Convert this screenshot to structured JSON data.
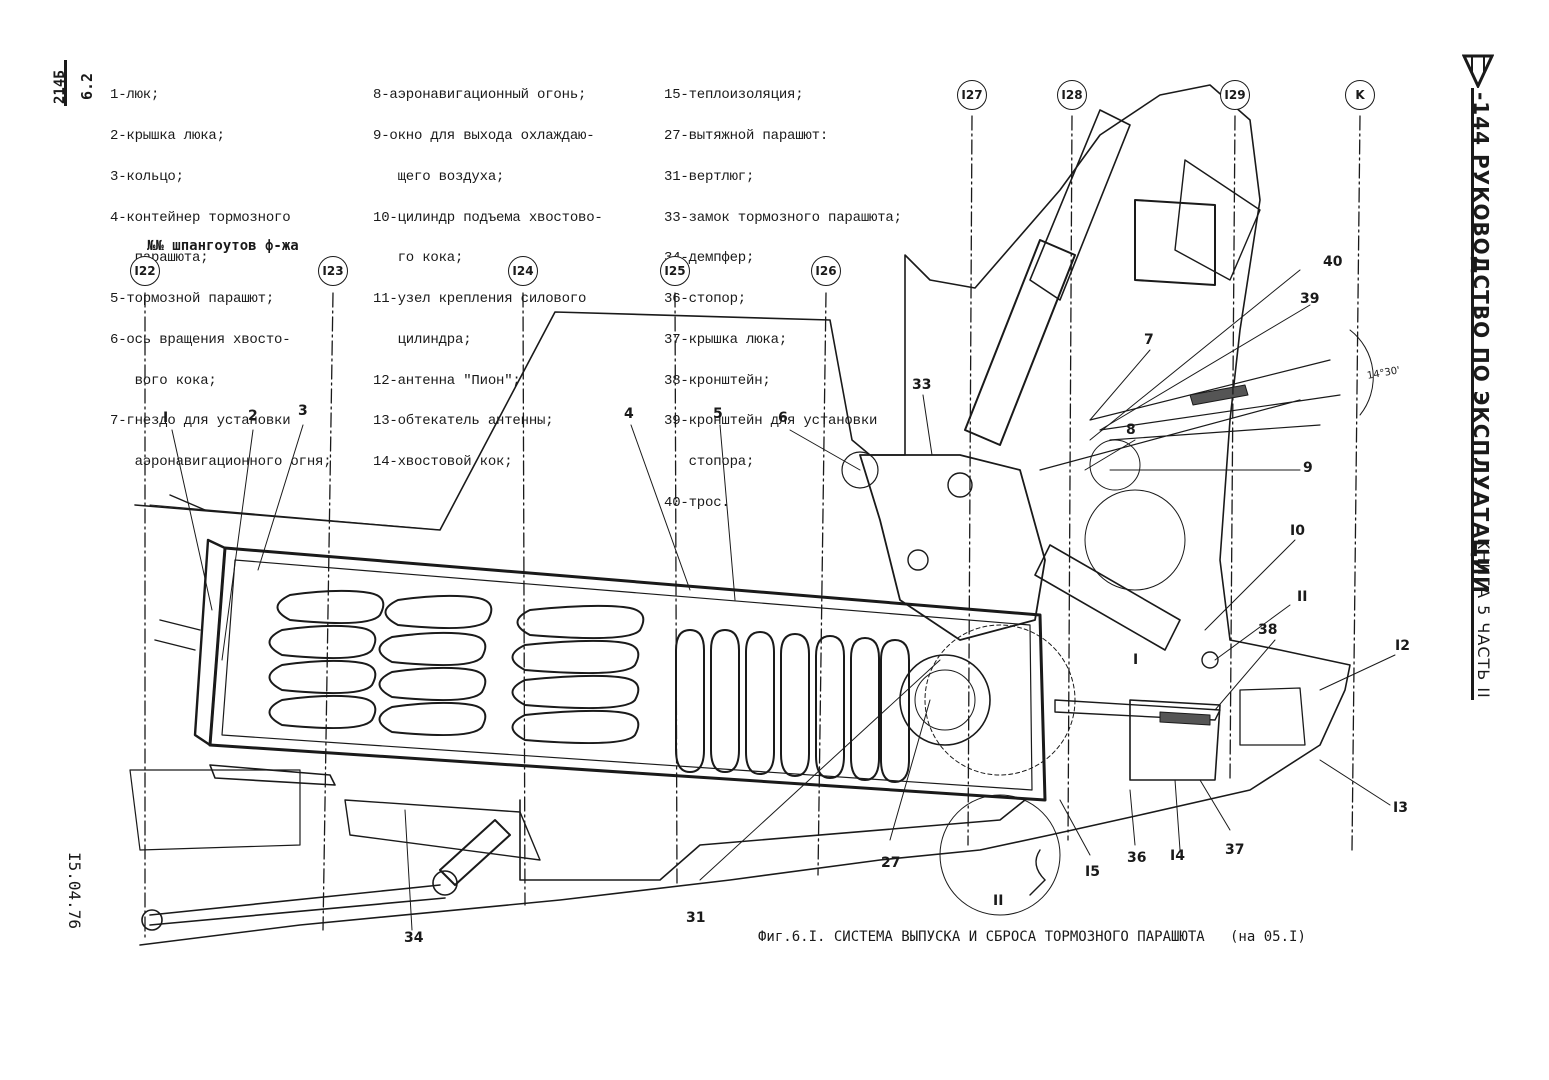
{
  "doc_code": {
    "line1": "6.2",
    "line2": "214Б"
  },
  "date": "I5.04.76",
  "side_header": {
    "title": "-144 РУКОВОДСТВО ПО ЭКСПЛУАТАЦИИ",
    "book": "КНИГА 5 ЧАСТЬ II"
  },
  "frames_caption": "№№ шпангоутов ф-жа",
  "legend": {
    "col1": [
      "1-люк;",
      "2-крышка люка;",
      "3-кольцо;",
      "4-контейнер тормозного",
      "   парашюта;",
      "5-тормозной парашют;",
      "6-ось вращения хвосто-",
      "   вого кока;",
      "7-гнездо для установки",
      "   аэронавигационного огня;"
    ],
    "col2": [
      "8-аэронавигационный огонь;",
      "9-окно для выхода охлаждаю-",
      "   щего воздуха;",
      "10-цилиндр подъема хвостово-",
      "   го кока;",
      "11-узел крепления силового",
      "   цилиндра;",
      "12-антенна \"Пион\";",
      "13-обтекатель антенны;",
      "14-хвостовой кок;"
    ],
    "col3": [
      "15-теплоизоляция;",
      "27-вытяжной парашют:",
      "31-вертлюг;",
      "33-замок тормозного парашюта;",
      "34-демпфер;",
      "36-стопор;",
      "37-крышка люка;",
      "38-кронштейн;",
      "39-кронштейн для установки",
      "   стопора;",
      "40-трос."
    ]
  },
  "frames": [
    "I22",
    "I23",
    "I24",
    "I25",
    "I26",
    "I27",
    "I28",
    "I29",
    "K"
  ],
  "callouts": [
    "I",
    "2",
    "3",
    "4",
    "5",
    "6",
    "33",
    "7",
    "8",
    "9",
    "40",
    "39",
    "I0",
    "II",
    "38",
    "I2",
    "I3",
    "I4",
    "37",
    "36",
    "I5",
    "27",
    "31",
    "34",
    "I",
    "II"
  ],
  "angle_label": "14°30'",
  "figure_caption": "Фиг.6.I. СИСТЕМА ВЫПУСКА И СБРОСА ТОРМОЗНОГО ПАРАШЮТА   (на 05.I)"
}
